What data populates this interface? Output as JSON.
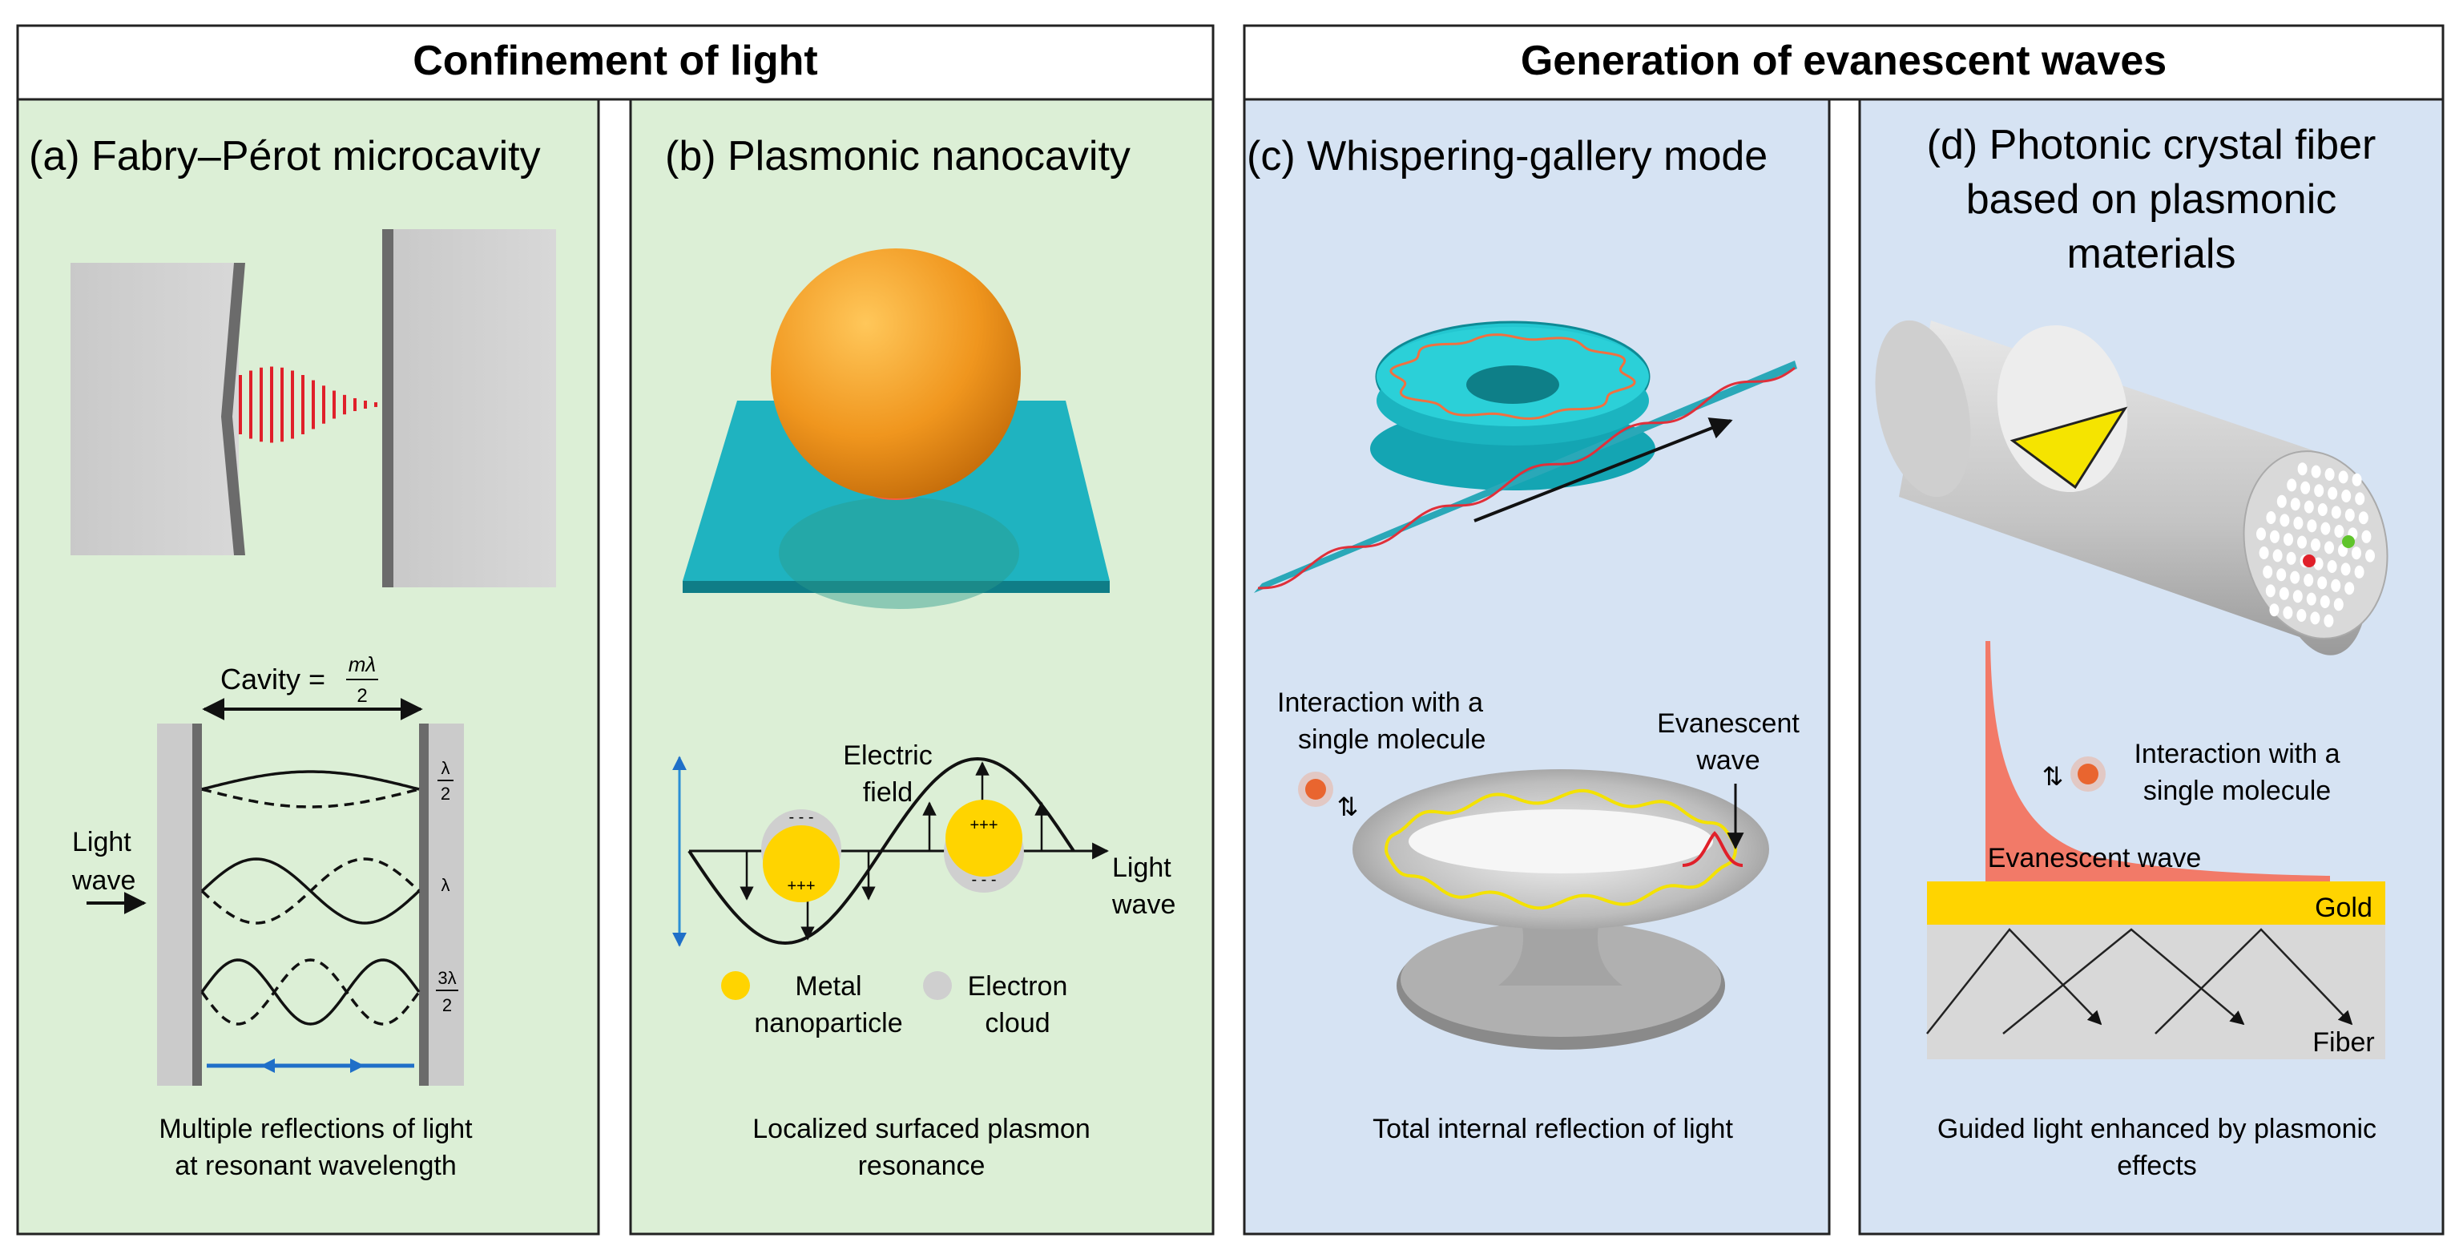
{
  "headers": {
    "left": "Confinement of light",
    "right": "Generation of evanescent waves"
  },
  "panels": {
    "a": {
      "title": "(a) Fabry–Pérot microcavity",
      "cavity_label": "Cavity =",
      "cavity_num": "mλ",
      "cavity_den": "2",
      "light_wave_1": "Light",
      "light_wave_2": "wave",
      "mode1_num": "λ",
      "mode1_den": "2",
      "mode2": "λ",
      "mode3_num": "3λ",
      "mode3_den": "2",
      "caption_1": "Multiple reflections of light",
      "caption_2": "at resonant wavelength"
    },
    "b": {
      "title": "(b) Plasmonic nanocavity",
      "electric_1": "Electric",
      "electric_2": "field",
      "light_1": "Light",
      "light_2": "wave",
      "plus": "+++",
      "minus": "- - -",
      "legend_metal_1": "Metal",
      "legend_metal_2": "nanoparticle",
      "legend_electron_1": "Electron",
      "legend_electron_2": "cloud",
      "caption_1": "Localized surfaced plasmon",
      "caption_2": "resonance"
    },
    "c": {
      "title": "(c) Whispering-gallery mode",
      "interaction_1": "Interaction with a",
      "interaction_2": "single molecule",
      "evanescent_1": "Evanescent",
      "evanescent_2": "wave",
      "caption_1": "Total internal reflection of light"
    },
    "d": {
      "title_1": "(d) Photonic crystal fiber",
      "title_2": "based on plasmonic",
      "title_3": "materials",
      "interaction_1": "Interaction with a",
      "interaction_2": "single molecule",
      "evanescent": "Evanescent wave",
      "gold": "Gold",
      "fiber": "Fiber",
      "caption_1": "Guided light enhanced by plasmonic",
      "caption_2": "effects"
    }
  },
  "colors": {
    "green_panel": "#dcefd6",
    "blue_panel": "#d6e3f3",
    "gold": "#ffd400",
    "orange_sphere": "#f0961e",
    "teal": "#1aa6b3",
    "red_wave": "#e0202a",
    "arrow_blue": "#1f6fc8"
  }
}
